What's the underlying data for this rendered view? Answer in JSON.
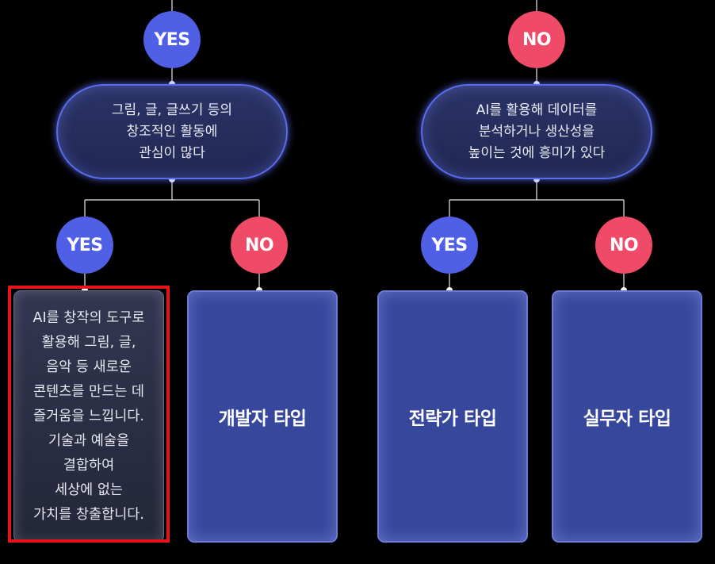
{
  "branches": {
    "left": {
      "badge": "YES",
      "question": "그림, 글, 글쓰기 등의\n창조적인 활동에\n관심이 많다",
      "yes_badge": "YES",
      "no_badge": "NO",
      "yes_card": "AI를 창작의 도구로\n활용해 그림, 글,\n음악 등 새로운\n콘텐츠를 만드는 데\n즐거움을 느낍니다.\n기술과 예술을\n결합하여\n세상에 없는\n가치를 창출합니다.",
      "no_card": "개발자 타입"
    },
    "right": {
      "badge": "NO",
      "question": "AI를 활용해 데이터를\n분석하거나 생산성을\n높이는 것에 흥미가 있다",
      "yes_badge": "YES",
      "no_badge": "NO",
      "yes_card": "전략가 타입",
      "no_card": "실무자 타입"
    }
  },
  "colors": {
    "yes": "#4f5fe6",
    "no": "#f04a69",
    "highlight": "#e5141b",
    "card": "#37479b"
  }
}
